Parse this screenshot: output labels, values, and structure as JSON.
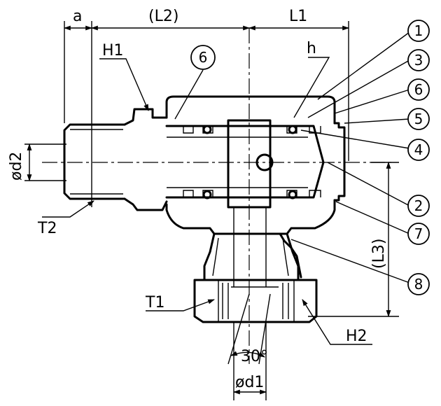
{
  "dimensions": {
    "a": "a",
    "L2": "(L2)",
    "L1": "L1",
    "H1": "H1",
    "h": "h",
    "d2": "ød2",
    "T2": "T2",
    "T1": "T1",
    "L3": "(L3)",
    "H2": "H2",
    "angle": "30°",
    "d1": "ød1"
  },
  "callouts": [
    "1",
    "2",
    "3",
    "4",
    "5",
    "6",
    "6",
    "7",
    "8"
  ]
}
